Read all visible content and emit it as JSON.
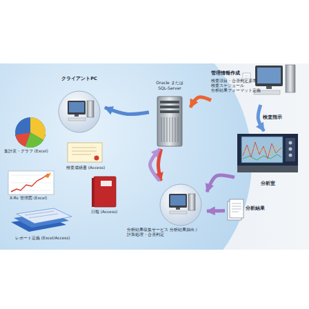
{
  "diagram": {
    "nodes": [
      {
        "text": [
          "クライアントPC"
        ]
      },
      {
        "text": [
          "Oracle または SQL-Server"
        ]
      },
      {
        "text": [
          "管理情報作成",
          "検査項目・合否判定基準 検査スケジュール 分析結果フォーマット定義"
        ]
      },
      {
        "text": [
          "分析室"
        ]
      },
      {
        "text": [
          "分析結果"
        ]
      },
      {
        "text": [
          "分析結果収集サービス 分析結果抽出 / 計算処理・合否判定"
        ]
      },
      {
        "text": [
          "集計表・グラフ (Excel)"
        ]
      },
      {
        "text": [
          "検査成績書 (Access)"
        ]
      },
      {
        "text": [
          "X-Rs 管理図 (Excel)"
        ]
      },
      {
        "text": [
          "日報 (Access)"
        ]
      },
      {
        "text": [
          "レポート定義 (Excel/Access)"
        ]
      }
    ],
    "edges": [
      {
        "from": 1,
        "to": 0,
        "arrow": "to"
      },
      {
        "from": 2,
        "to": 1,
        "arrow": "to"
      },
      {
        "from": 1,
        "to": 5,
        "arrow": "to"
      },
      {
        "from": 5,
        "to": 1,
        "arrow": "to"
      },
      {
        "from": 2,
        "to": 3,
        "arrow": "to",
        "label": "検査指示"
      },
      {
        "from": 3,
        "to": 5,
        "arrow": "to"
      },
      {
        "from": 4,
        "to": 5,
        "arrow": "to"
      }
    ]
  }
}
